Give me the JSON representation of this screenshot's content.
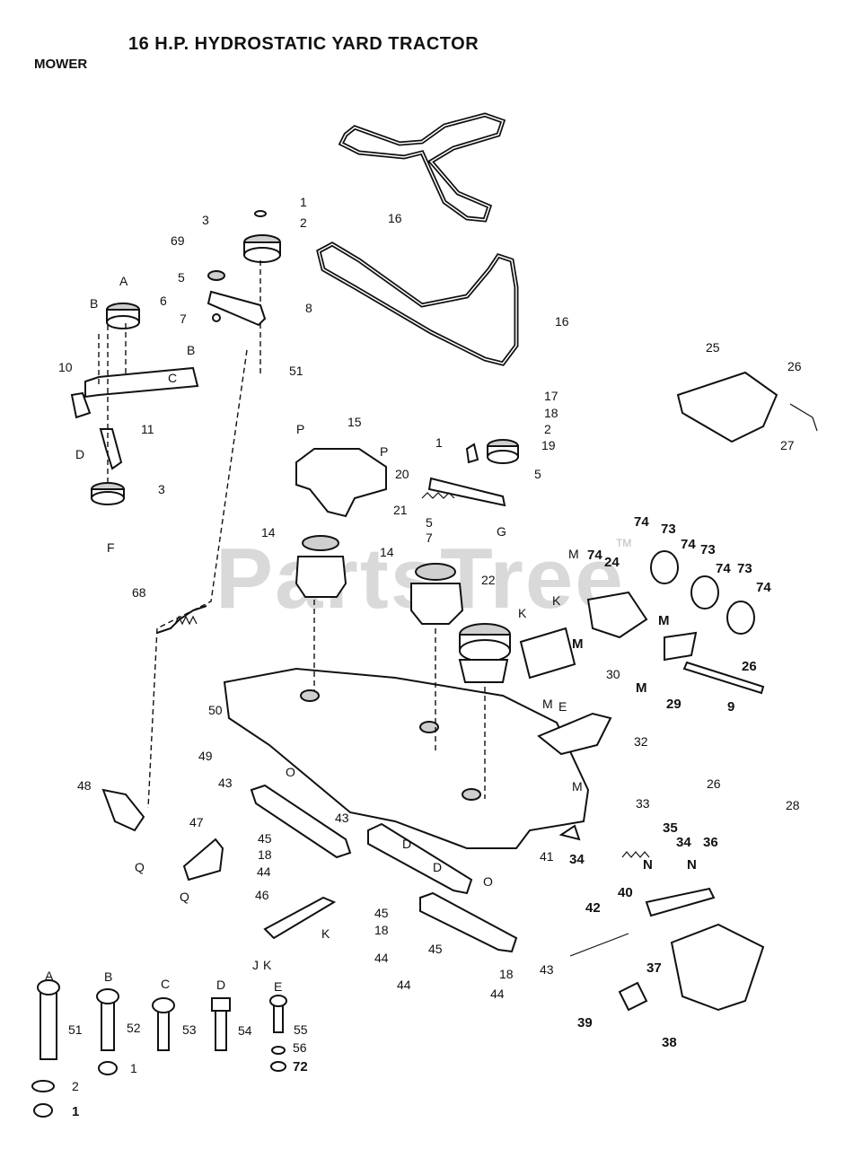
{
  "header": {
    "title": "16 H.P. HYDROSTATIC YARD TRACTOR",
    "subtitle": "MOWER"
  },
  "watermark": {
    "text": "PartsTree",
    "mark": "TM"
  },
  "callouts": [
    {
      "t": "1"
    },
    {
      "t": "2"
    },
    {
      "t": "3"
    },
    {
      "t": "69"
    },
    {
      "t": "5"
    },
    {
      "t": "A"
    },
    {
      "t": "6"
    },
    {
      "t": "B"
    },
    {
      "t": "7"
    },
    {
      "t": "8"
    },
    {
      "t": "16"
    },
    {
      "t": "16"
    },
    {
      "t": "B"
    },
    {
      "t": "10"
    },
    {
      "t": "C"
    },
    {
      "t": "51"
    },
    {
      "t": "D"
    },
    {
      "t": "11"
    },
    {
      "t": "3"
    },
    {
      "t": "F"
    },
    {
      "t": "25"
    },
    {
      "t": "26"
    },
    {
      "t": "27"
    },
    {
      "t": "17"
    },
    {
      "t": "18"
    },
    {
      "t": "2"
    },
    {
      "t": "1"
    },
    {
      "t": "19"
    },
    {
      "t": "5"
    },
    {
      "t": "P"
    },
    {
      "t": "15"
    },
    {
      "t": "P"
    },
    {
      "t": "20"
    },
    {
      "t": "21"
    },
    {
      "t": "5"
    },
    {
      "t": "G"
    },
    {
      "t": "7"
    },
    {
      "t": "14"
    },
    {
      "t": "14"
    },
    {
      "t": "74"
    },
    {
      "t": "73"
    },
    {
      "t": "74"
    },
    {
      "t": "73"
    },
    {
      "t": "74"
    },
    {
      "t": "73"
    },
    {
      "t": "74"
    },
    {
      "t": "M"
    },
    {
      "t": "74"
    },
    {
      "t": "24"
    },
    {
      "t": "22"
    },
    {
      "t": "K"
    },
    {
      "t": "K"
    },
    {
      "t": "M"
    },
    {
      "t": "68"
    },
    {
      "t": "30"
    },
    {
      "t": "M"
    },
    {
      "t": "26"
    },
    {
      "t": "M"
    },
    {
      "t": "29"
    },
    {
      "t": "9"
    },
    {
      "t": "50"
    },
    {
      "t": "M"
    },
    {
      "t": "E"
    },
    {
      "t": "32"
    },
    {
      "t": "49"
    },
    {
      "t": "O"
    },
    {
      "t": "M"
    },
    {
      "t": "26"
    },
    {
      "t": "48"
    },
    {
      "t": "43"
    },
    {
      "t": "33"
    },
    {
      "t": "28"
    },
    {
      "t": "43"
    },
    {
      "t": "35"
    },
    {
      "t": "47"
    },
    {
      "t": "45"
    },
    {
      "t": "D"
    },
    {
      "t": "41"
    },
    {
      "t": "34"
    },
    {
      "t": "34"
    },
    {
      "t": "36"
    },
    {
      "t": "18"
    },
    {
      "t": "D"
    },
    {
      "t": "N"
    },
    {
      "t": "N"
    },
    {
      "t": "Q"
    },
    {
      "t": "44"
    },
    {
      "t": "O"
    },
    {
      "t": "Q"
    },
    {
      "t": "46"
    },
    {
      "t": "42"
    },
    {
      "t": "40"
    },
    {
      "t": "45"
    },
    {
      "t": "K"
    },
    {
      "t": "18"
    },
    {
      "t": "J"
    },
    {
      "t": "K"
    },
    {
      "t": "45"
    },
    {
      "t": "44"
    },
    {
      "t": "18"
    },
    {
      "t": "43"
    },
    {
      "t": "37"
    },
    {
      "t": "44"
    },
    {
      "t": "39"
    },
    {
      "t": "38"
    },
    {
      "t": "44"
    }
  ],
  "hardware": [
    {
      "letter": "A",
      "part": "51"
    },
    {
      "letter": "B",
      "part": "52"
    },
    {
      "letter": "C",
      "part": "53"
    },
    {
      "letter": "D",
      "part": "54"
    },
    {
      "letter": "E",
      "part": "55"
    }
  ],
  "hardware_extra": [
    "56",
    "72",
    "1",
    "2",
    "1"
  ]
}
